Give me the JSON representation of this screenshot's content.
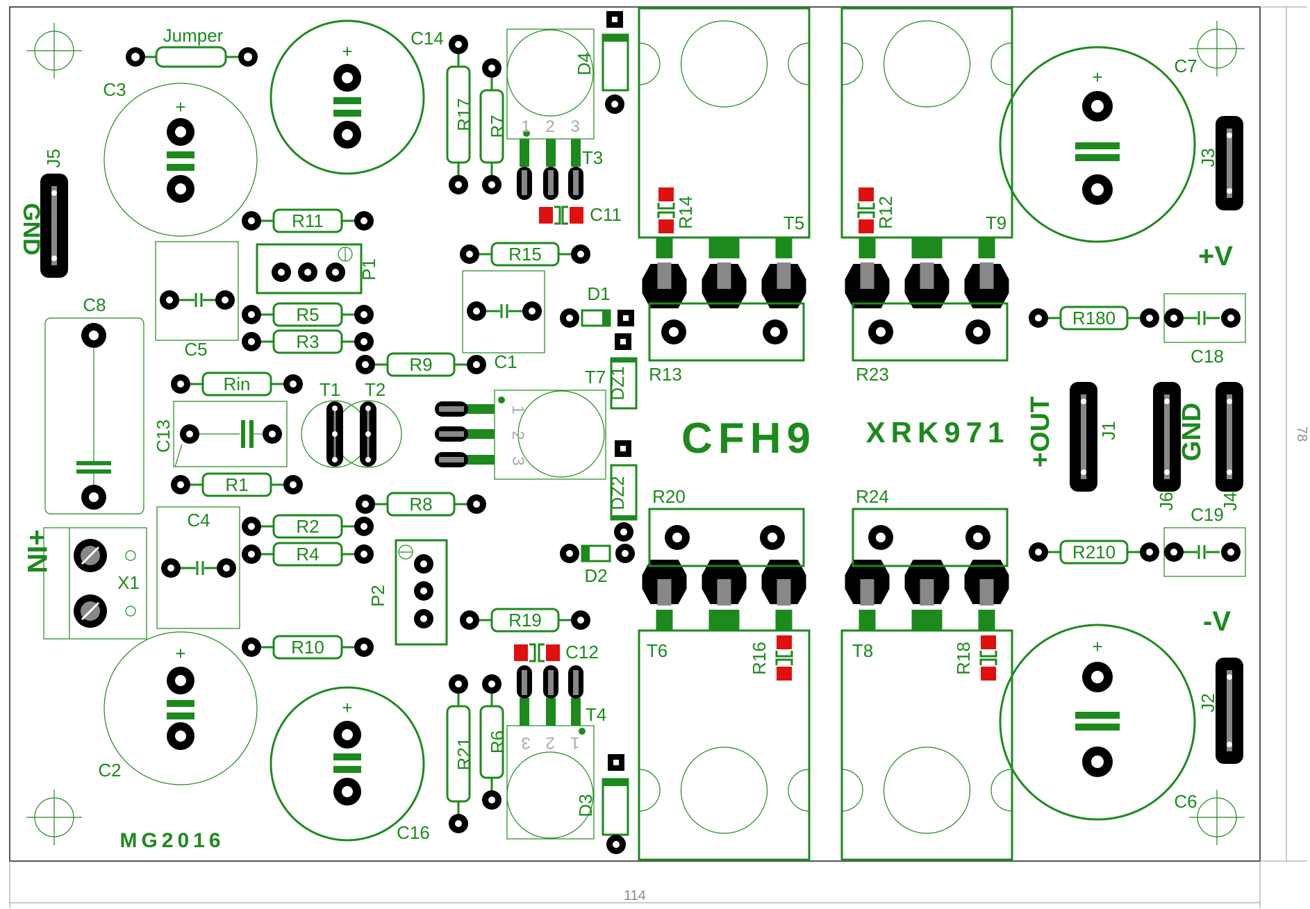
{
  "board": {
    "title": "CFH9",
    "subtitle": "XRK971",
    "author": "MG2016",
    "dim_width": "114",
    "dim_height": "78"
  },
  "terminals": {
    "gnd_left": "GND",
    "in": "+IN",
    "plus_v": "+V",
    "minus_v": "-V",
    "out": "+OUT",
    "gnd_right": "GND"
  },
  "components": {
    "jumper": "Jumper",
    "c3": "C3",
    "c14": "C14",
    "c7": "C7",
    "c8": "C8",
    "c5": "C5",
    "c1": "C1",
    "c11": "C11",
    "c13": "C13",
    "c4": "C4",
    "c2": "C2",
    "c16": "C16",
    "c12": "C12",
    "c6": "C6",
    "c18": "C18",
    "c19": "C19",
    "r11": "R11",
    "r5": "R5",
    "r3": "R3",
    "r9": "R9",
    "rin": "Rin",
    "r1": "R1",
    "r8": "R8",
    "r2": "R2",
    "r4": "R4",
    "r10": "R10",
    "r15": "R15",
    "r17": "R17",
    "r7": "R7",
    "r19": "R19",
    "r21": "R21",
    "r6": "R6",
    "r14": "R14",
    "r12": "R12",
    "r13": "R13",
    "r23": "R23",
    "r20": "R20",
    "r24": "R24",
    "r16": "R16",
    "r18": "R18",
    "r180": "R180",
    "r210": "R210",
    "t1": "T1",
    "t2": "T2",
    "t3": "T3",
    "t4": "T4",
    "t5": "T5",
    "t6": "T6",
    "t7": "T7",
    "t8": "T8",
    "t9": "T9",
    "d1": "D1",
    "d2": "D2",
    "d3": "D3",
    "d4": "D4",
    "dz1": "DZ1",
    "dz2": "DZ2",
    "p1": "P1",
    "p2": "P2",
    "x1": "X1",
    "j1": "J1",
    "j2": "J2",
    "j3": "J3",
    "j4": "J4",
    "j5": "J5",
    "j6": "J6",
    "pin1": "1",
    "pin2": "2",
    "pin3": "3",
    "plus": "+"
  },
  "colors": {
    "silkscreen": "#1c8a1c",
    "copper_pad": "#000000",
    "smd_pad": "#e01010",
    "solder_trace": "#1c8a1c",
    "pin_metal": "#8c8c8c"
  }
}
